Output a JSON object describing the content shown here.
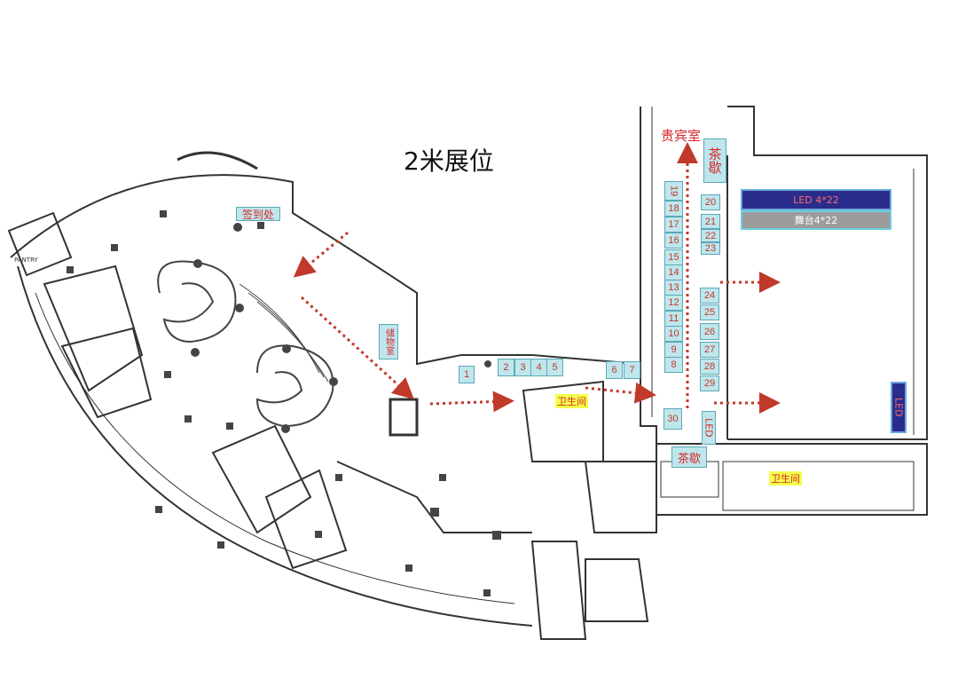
{
  "title": "2米展位",
  "labels": {
    "checkin": "签到处",
    "vip_room": "贵宾室",
    "tea_top": "茶歇",
    "tea_bottom": "茶歇",
    "restroom_left": "卫生间",
    "restroom_right": "卫生间",
    "led_top": "LED 4*22",
    "stage": "舞台4*22",
    "led_side": "LED",
    "led_vertical": "LED",
    "pantry": "PANTRY",
    "storage": "储物室"
  },
  "booths": [
    "1",
    "2",
    "3",
    "4",
    "5",
    "6",
    "7",
    "8",
    "9",
    "10",
    "11",
    "12",
    "13",
    "14",
    "15",
    "16",
    "17",
    "18",
    "19",
    "20",
    "21",
    "22",
    "23",
    "24",
    "25",
    "26",
    "27",
    "28",
    "29",
    "30"
  ],
  "colors": {
    "booth_fill": "#bfe6ec",
    "route_arrow": "#c0392b",
    "led": "#2a2c8c",
    "stage": "#9c9c9c",
    "restroom": "#f3ff4a"
  }
}
